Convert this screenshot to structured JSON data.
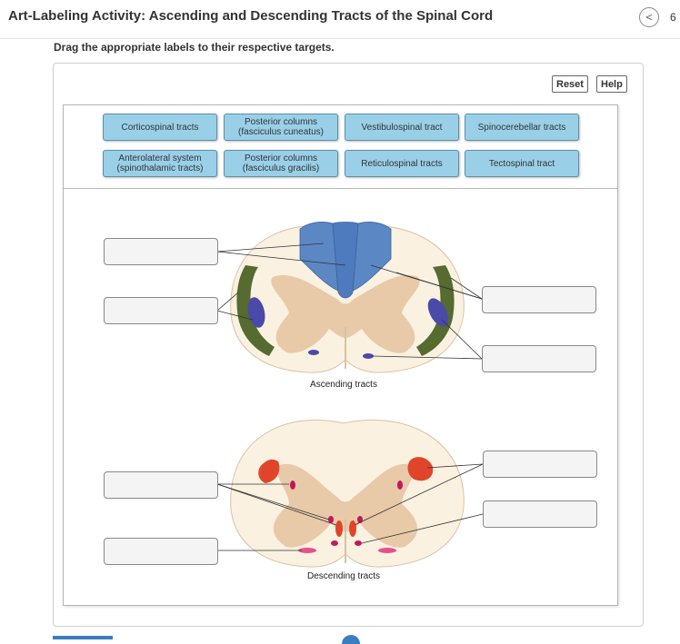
{
  "header": {
    "title": "Art-Labeling Activity: Ascending and Descending Tracts of the Spinal Cord",
    "nav_prev_glyph": "<",
    "page_fragment": "6"
  },
  "instructions": "Drag the appropriate labels to their respective targets.",
  "toolbar": {
    "reset_label": "Reset",
    "help_label": "Help"
  },
  "label_bank": [
    "Corticospinal tracts",
    "Posterior columns (fasciculus cuneatus)",
    "Vestibulospinal tract",
    "Spinocerebellar tracts",
    "Anterolateral system (spinothalamic tracts)",
    "Posterior columns (fasciculus gracilis)",
    "Reticulospinal tracts",
    "Tectospinal tract"
  ],
  "diagram": {
    "ascending_caption": "Ascending tracts",
    "descending_caption": "Descending tracts"
  },
  "colors": {
    "chip_fill": "#99d0e8",
    "target_fill": "#f4f4f4",
    "posterior_columns": "#5b87c5",
    "spinocerebellar": "#556b2f",
    "anterolateral": "#4a4aa8",
    "corticospinal": "#e0452b",
    "magenta_tracts": "#c2185b",
    "gray_matter": "#e8c9a8",
    "white_matter": "#fbf1e1"
  }
}
